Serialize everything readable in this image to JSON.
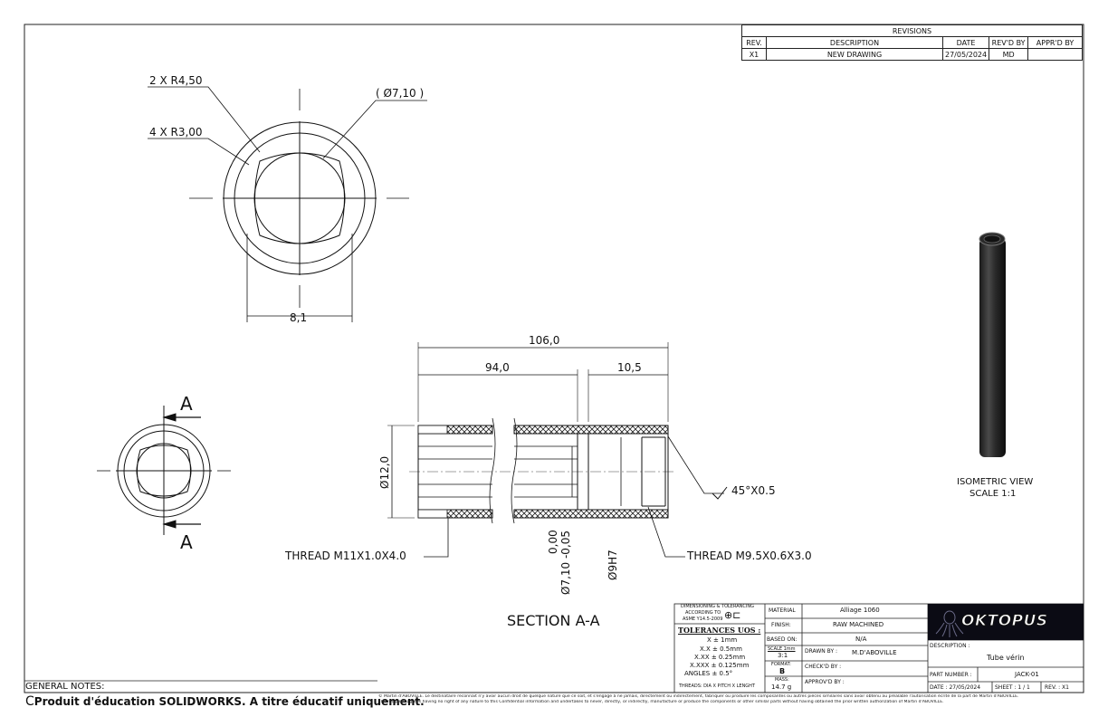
{
  "revisions": {
    "title": "REVISIONS",
    "headers": [
      "REV.",
      "DESCRIPTION",
      "DATE",
      "REV'D BY",
      "APPR'D BY"
    ],
    "rows": [
      [
        "X1",
        "NEW DRAWING",
        "27/05/2024",
        "MD",
        ""
      ]
    ]
  },
  "front_view": {
    "callout_r450": "2 X R4,50",
    "callout_r300": "4 X R3,00",
    "callout_dia": "( Ø7,10 )",
    "width_dim": "8,1"
  },
  "section_view": {
    "label_a": "A",
    "dim_total": "106,0",
    "dim_left": "94,0",
    "dim_right": "10,5",
    "dim_dia12": "Ø12,0",
    "chamfer": "45°X0.5",
    "thread_left": "THREAD M11X1.0X4.0",
    "thread_right": "THREAD M9.5X0.6X3.0",
    "tol_upper": "0,00",
    "tol_main": "Ø7,10 -0,05",
    "fit": "Ø9H7",
    "title": "SECTION A-A"
  },
  "iso_view": {
    "line1": "ISOMETRIC VIEW",
    "line2": "SCALE 1:1"
  },
  "title_block": {
    "dim_std_1": "DIMENSIONING & TOLERANCING",
    "dim_std_2": "ACCORDING TO",
    "dim_std_3": "ASME Y14.5-2009",
    "tol_title": "TOLERANCES UOS :",
    "tol_x": "X  ±  1mm",
    "tol_xx": "X.X  ±  0.5mm",
    "tol_xxx": "X.XX  ±  0.25mm",
    "tol_xxxx": "X.XXX  ±  0.125mm",
    "tol_angles": "ANGLES  ±  0.5°",
    "threads": "THREADS: DIA X PITCH X LENGHT",
    "material_label": "MATERIAL",
    "material_value": "Alliage 1060",
    "finish_label": "FINISH:",
    "finish_value": "RAW MACHINED",
    "based_label": "BASED ON:",
    "based_value": "N/A",
    "scale_label": "SCALE 1mm",
    "scale_value": "3:1",
    "drawn_label": "DRAWN BY :",
    "drawn_value": "M.D'ABOVILLE",
    "format_label": "FORMAT:",
    "format_value": "B",
    "checked_label": "CHECK'D BY :",
    "mass_label": "MASS:",
    "mass_value": "14.7 g",
    "approved_label": "APPROV'D BY :",
    "logo_text": "OKTOPUS",
    "desc_label": "DESCRIPTION :",
    "desc_value": "Tube vérin",
    "part_label": "PART NUMBER :",
    "part_value": "JACK-01",
    "date_value": "DATE :  27/05/2024",
    "sheet_value": "SHEET :  1 / 1",
    "rev_value": "REV. :  X1"
  },
  "general_notes": "GENERAL NOTES:",
  "footer": {
    "edu_text": "Produit d'éducation SOLIDWORKS. A titre éducatif uniquement.",
    "legal_line1": "© Martin d'ABOVILLE. Le destinataire reconnait n'y avoir aucun droit de quelque nature que ce soit, et s'engage à ne jamais, directement ou indirectement, fabriquer ou produire les composantes ou autres pièces similaires sans avoir obtenu au préalable l'autorisation écrite de la part de Martin d'ABOVILLE.",
    "legal_line2": "The recipient agrees having no right of any nature to this Confidential information and undertakes to never, directly, or indirectly, manufacture or produce the components or other similar parts without having obtained the prior written authorization of Martin d'ABOVILLE."
  }
}
